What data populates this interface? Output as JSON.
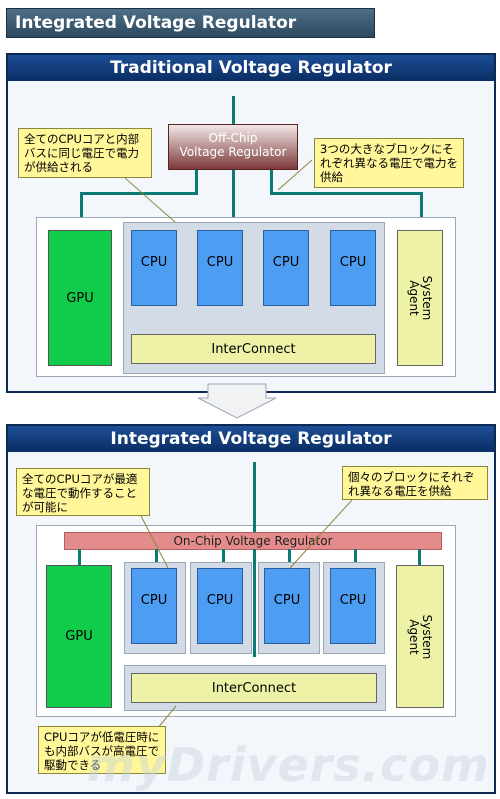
{
  "header": {
    "title": "Integrated Voltage Regulator"
  },
  "traditional": {
    "title": "Traditional Voltage Regulator",
    "regulator": "Off-Chip\nVoltage Regulator",
    "note_left": "全てのCPUコアと内部バスに同じ電圧で電力が供給される",
    "note_right": "3つの大きなブロックにそれぞれ異なる電圧で電力を供給",
    "gpu": "GPU",
    "cpus": [
      "CPU",
      "CPU",
      "CPU",
      "CPU"
    ],
    "interconnect": "InterConnect",
    "system_agent": "System\nAgent"
  },
  "integrated": {
    "title": "Integrated Voltage Regulator",
    "regulator": "On-Chip Voltage Regulator",
    "note_left": "全てのCPUコアが最適な電圧で動作することが可能に",
    "note_right": "個々のブロックにそれぞれ異なる電圧を供給",
    "note_bottom": "CPUコアが低電圧時にも内部バスが高電圧で駆動できる",
    "gpu": "GPU",
    "cpus": [
      "CPU",
      "CPU",
      "CPU",
      "CPU"
    ],
    "interconnect": "InterConnect",
    "system_agent": "System\nAgent"
  },
  "watermark": "myDrivers.com",
  "colors": {
    "gpu": "#11cc4b",
    "cpu": "#4d9ef2",
    "block": "#eef2a6",
    "wire": "#0c7b74",
    "panel_head": "#0a2d63"
  }
}
